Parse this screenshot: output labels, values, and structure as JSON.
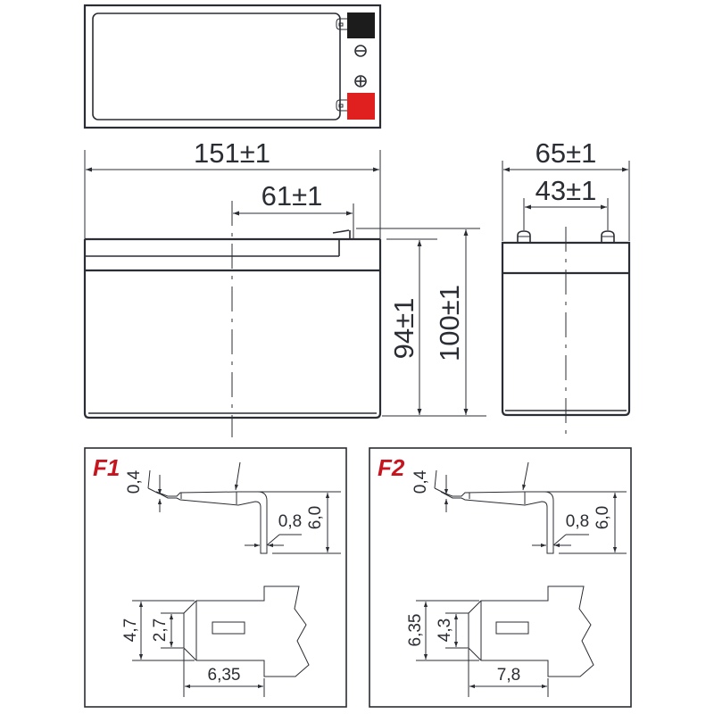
{
  "colors": {
    "line": "#2a2d33",
    "negative_terminal": "#1c1c1c",
    "positive_terminal": "#e01f1f",
    "label": "#c8141e"
  },
  "top_view": {
    "negative_symbol": "⊖",
    "positive_symbol": "⊕"
  },
  "front_view": {
    "length": "151±1",
    "terminal_offset": "61±1",
    "height_case": "94±1",
    "height_total": "100±1"
  },
  "side_view": {
    "width": "65±1",
    "terminal_spacing": "43±1"
  },
  "terminal_f1": {
    "label": "F1",
    "thickness_tip": "0,4",
    "thickness": "0,8",
    "height": "6,0",
    "width_outer": "4,7",
    "width_inner": "2,7",
    "length": "6,35"
  },
  "terminal_f2": {
    "label": "F2",
    "thickness_tip": "0,4",
    "thickness": "0,8",
    "height": "6,0",
    "width_outer": "6,35",
    "width_inner": "4,3",
    "length": "7,8"
  }
}
